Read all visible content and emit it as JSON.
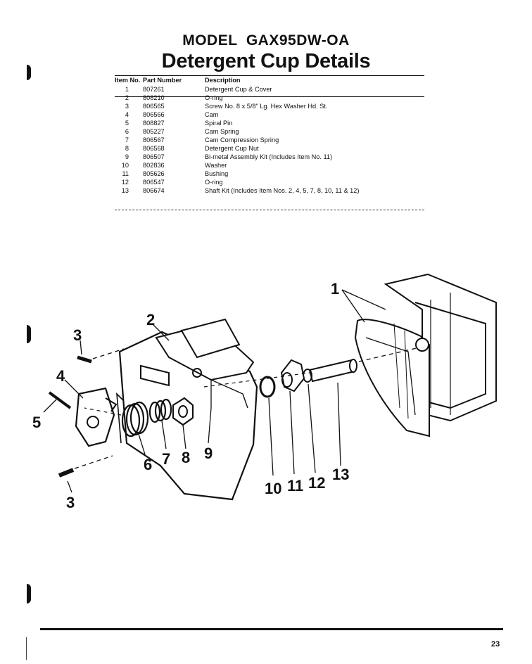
{
  "header": {
    "model": "MODEL  GAX95DW-OA",
    "title": "Detergent Cup Details"
  },
  "table": {
    "headers": {
      "item": "Item No.",
      "part_number": "Part Number",
      "description": "Description"
    },
    "rows": [
      {
        "item": "1",
        "part_number": "807261",
        "description": "Detergent Cup & Cover"
      },
      {
        "item": "2",
        "part_number": "808210",
        "description": "O-ring"
      },
      {
        "item": "3",
        "part_number": "806565",
        "description": "Screw No. 8 x 5/8\" Lg. Hex Washer Hd. St."
      },
      {
        "item": "4",
        "part_number": "806566",
        "description": "Cam"
      },
      {
        "item": "5",
        "part_number": "808827",
        "description": "Spiral Pin"
      },
      {
        "item": "6",
        "part_number": "805227",
        "description": "Cam Spring"
      },
      {
        "item": "7",
        "part_number": "806567",
        "description": "Cam Compression Spring"
      },
      {
        "item": "8",
        "part_number": "806568",
        "description": "Detergent Cup Nut"
      },
      {
        "item": "9",
        "part_number": "806507",
        "description": "Bi-metal Assembly Kit (Includes Item No. 11)"
      },
      {
        "item": "10",
        "part_number": "802836",
        "description": "Washer"
      },
      {
        "item": "11",
        "part_number": "805626",
        "description": "Bushing"
      },
      {
        "item": "12",
        "part_number": "806547",
        "description": "O-ring"
      },
      {
        "item": "13",
        "part_number": "806674",
        "description": "Shaft Kit (Includes Item Nos. 2, 4, 5, 7, 8, 10, 11 & 12)"
      }
    ]
  },
  "diagram": {
    "callouts": [
      "1",
      "2",
      "3",
      "3",
      "4",
      "5",
      "6",
      "7",
      "8",
      "9",
      "10",
      "11",
      "12",
      "13"
    ]
  },
  "footer": {
    "page_number": "23"
  }
}
